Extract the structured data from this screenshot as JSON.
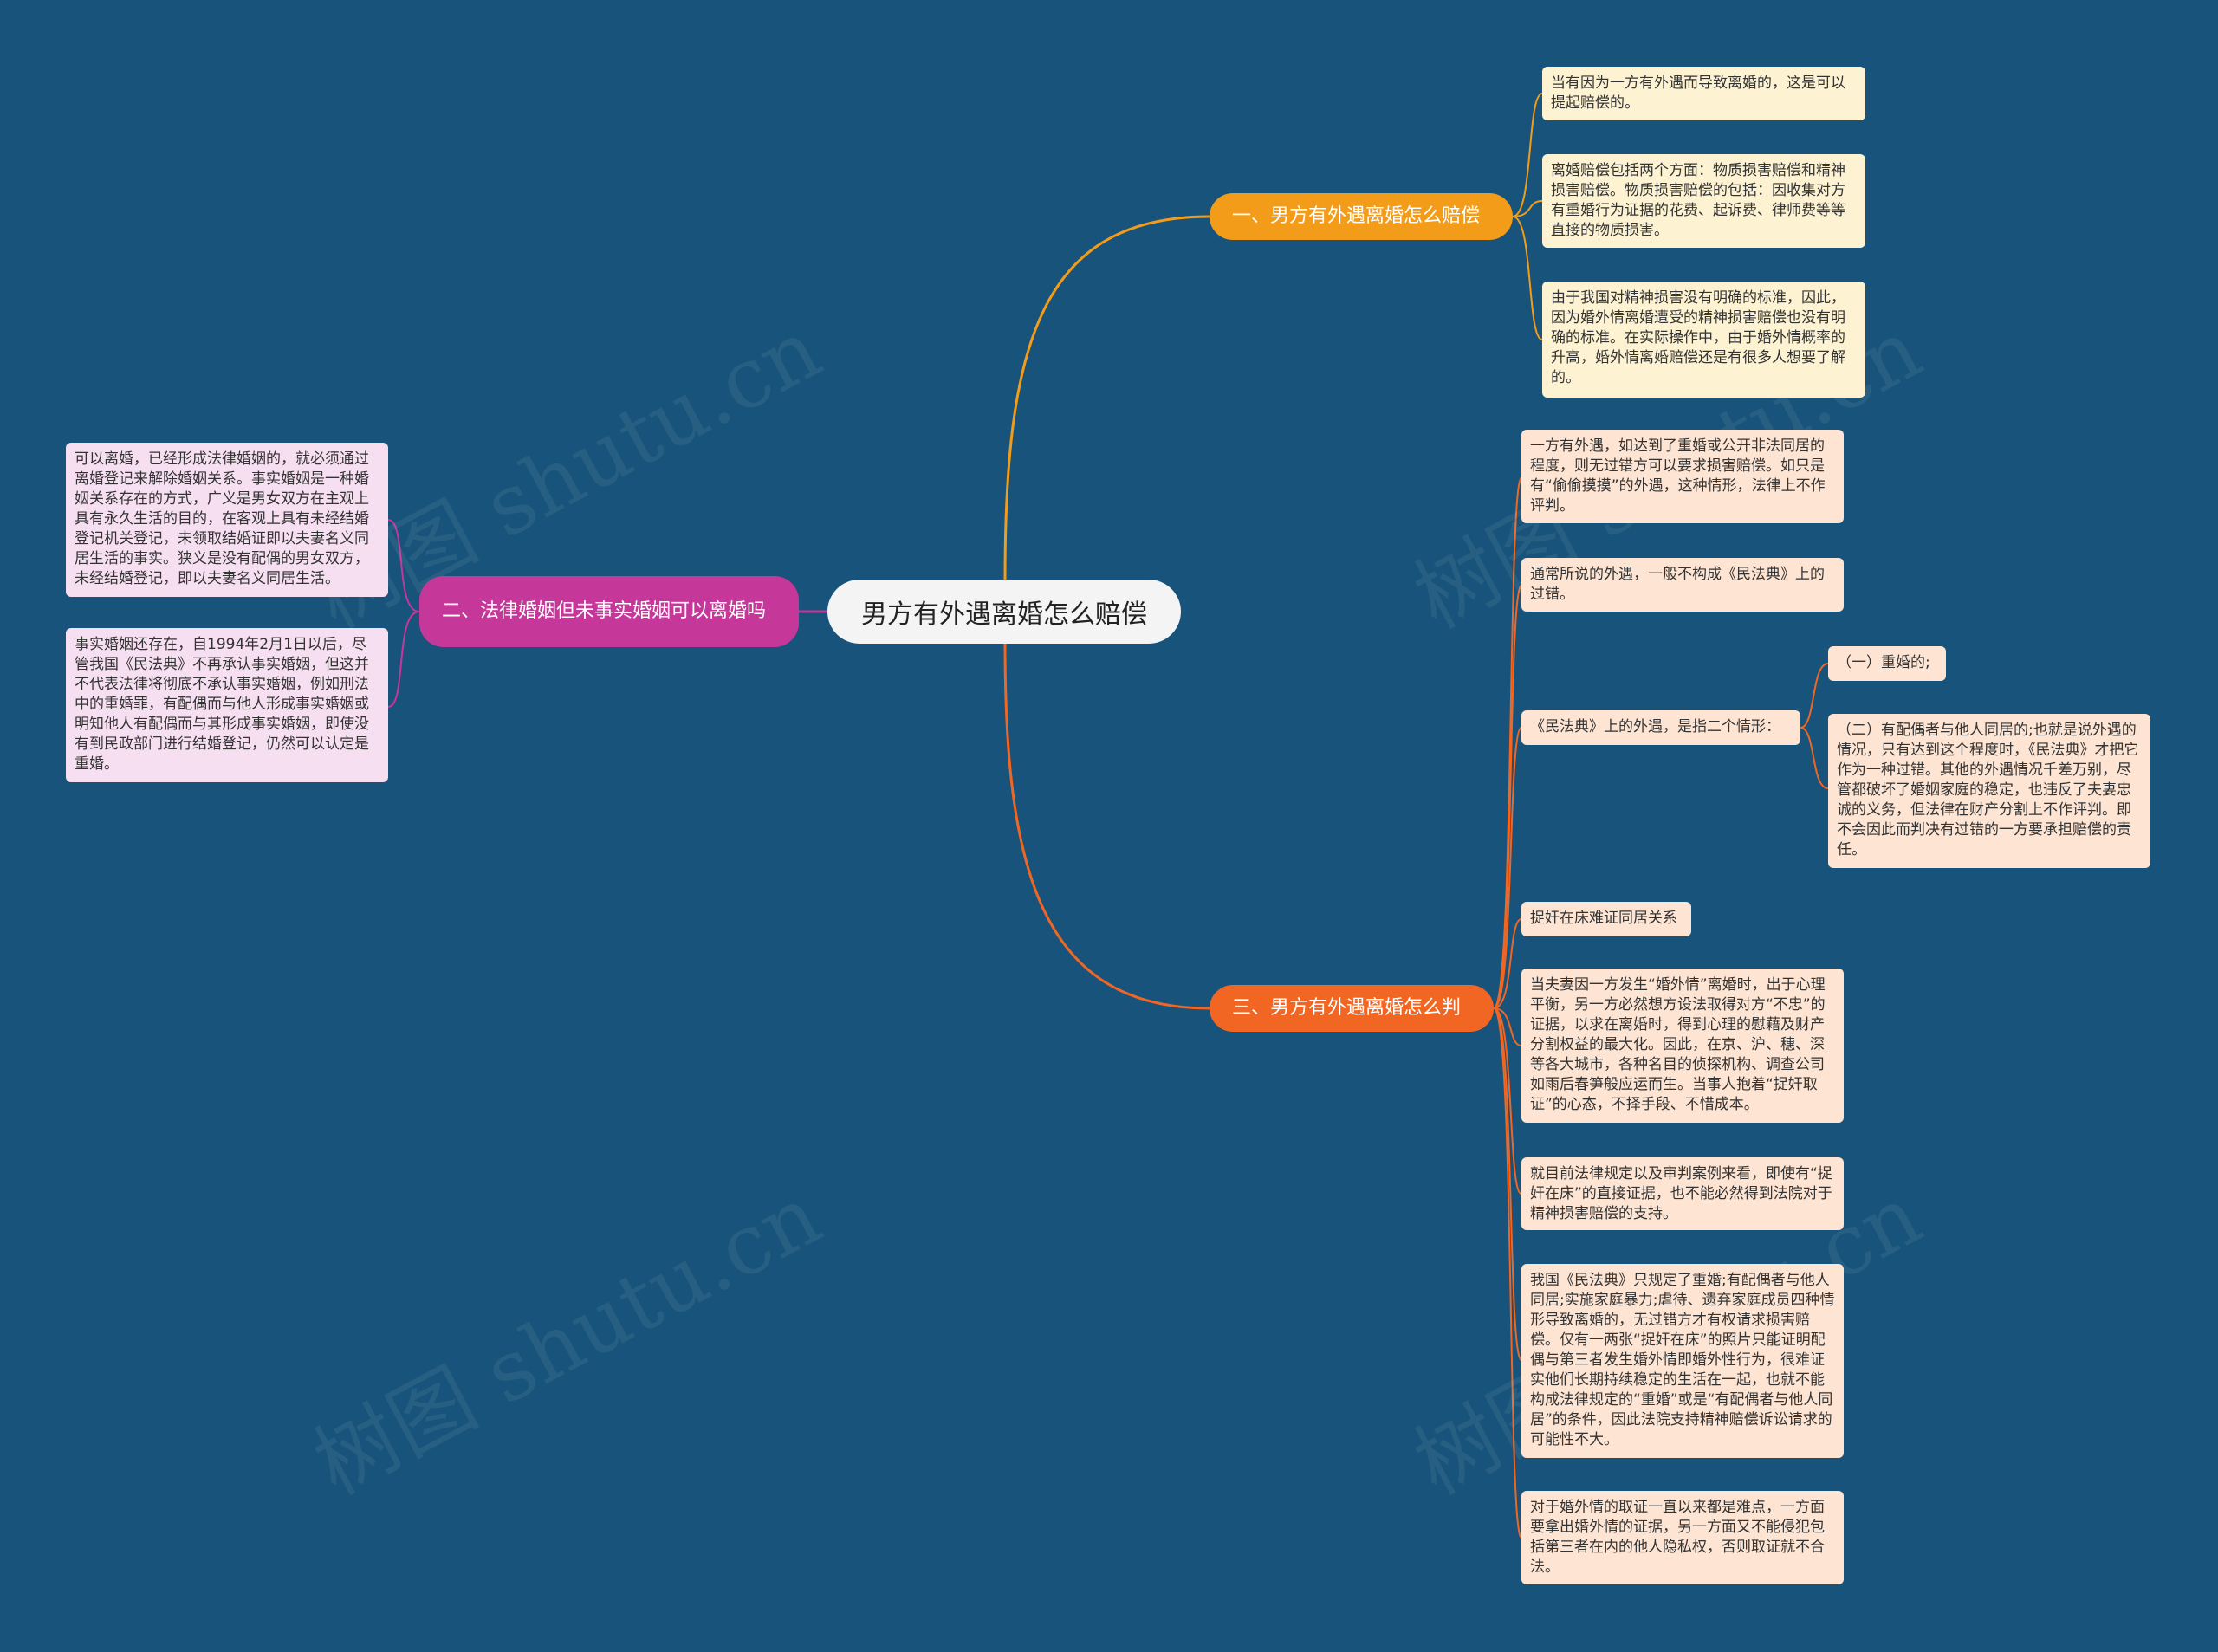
{
  "root": {
    "label": "男方有外遇离婚怎么赔偿"
  },
  "branches": [
    {
      "label": "一、男方有外遇离婚怎么赔偿",
      "color": "#f39c1a",
      "leaves": [
        "当有因为一方有外遇而导致离婚的，这是可以提起赔偿的。",
        "离婚赔偿包括两个方面：物质损害赔偿和精神损害赔偿。物质损害赔偿的包括：因收集对方有重婚行为证据的花费、起诉费、律师费等等直接的物质损害。",
        "由于我国对精神损害没有明确的标准，因此，因为婚外情离婚遭受的精神损害赔偿也没有明确的标准。在实际操作中，由于婚外情概率的升高，婚外情离婚赔偿还是有很多人想要了解的。"
      ]
    },
    {
      "label": "二、法律婚姻但未事实婚姻可以离婚吗",
      "color": "#c6379a",
      "leaves": [
        "可以离婚，已经形成法律婚姻的，就必须通过离婚登记来解除婚姻关系。事实婚姻是一种婚姻关系存在的方式，广义是男女双方在主观上具有永久生活的目的，在客观上具有未经结婚登记机关登记，未领取结婚证即以夫妻名义同居生活的事实。狭义是没有配偶的男女双方，未经结婚登记，即以夫妻名义同居生活。",
        "事实婚姻还存在，自1994年2月1日以后，尽管我国《民法典》不再承认事实婚姻，但这并不代表法律将彻底不承认事实婚姻，例如刑法中的重婚罪，有配偶而与他人形成事实婚姻或明知他人有配偶而与其形成事实婚姻，即使没有到民政部门进行结婚登记，仍然可以认定是重婚。"
      ]
    },
    {
      "label": "三、男方有外遇离婚怎么判",
      "color": "#f16622",
      "leaves": [
        "一方有外遇，如达到了重婚或公开非法同居的程度，则无过错方可以要求损害赔偿。如只是有“偷偷摸摸”的外遇，这种情形，法律上不作评判。",
        "通常所说的外遇，一般不构成《民法典》上的过错。",
        "《民法典》上的外遇，是指二个情形：",
        "捉奸在床难证同居关系",
        "当夫妻因一方发生“婚外情”离婚时，出于心理平衡，另一方必然想方设法取得对方“不忠”的证据，以求在离婚时，得到心理的慰藉及财产分割权益的最大化。因此，在京、沪、穗、深等各大城市，各种名目的侦探机构、调查公司如雨后春笋般应运而生。当事人抱着“捉奸取证”的心态，不择手段、不惜成本。",
        "就目前法律规定以及审判案例来看，即使有“捉奸在床”的直接证据，也不能必然得到法院对于精神损害赔偿的支持。",
        "我国《民法典》只规定了重婚;有配偶者与他人同居;实施家庭暴力;虐待、遗弃家庭成员四种情形导致离婚的，无过错方才有权请求损害赔偿。仅有一两张“捉奸在床”的照片只能证明配偶与第三者发生婚外情即婚外性行为，很难证实他们长期持续稳定的生活在一起，也就不能构成法律规定的“重婚”或是“有配偶者与他人同居”的条件，因此法院支持精神赔偿诉讼请求的可能性不大。",
        "对于婚外情的取证一直以来都是难点，一方面要拿出婚外情的证据，另一方面又不能侵犯包括第三者在内的他人隐私权，否则取证就不合法。"
      ],
      "subleaves": [
        "（一）重婚的;",
        "（二）有配偶者与他人同居的;也就是说外遇的情况，只有达到这个程度时，《民法典》才把它作为一种过错。其他的外遇情况千差万别，尽管都破坏了婚姻家庭的稳定，也违反了夫妻忠诚的义务，但法律在财产分割上不作评判。即不会因此而判决有过错的一方要承担赔偿的责任。"
      ]
    }
  ],
  "watermark": "树图 shutu.cn"
}
